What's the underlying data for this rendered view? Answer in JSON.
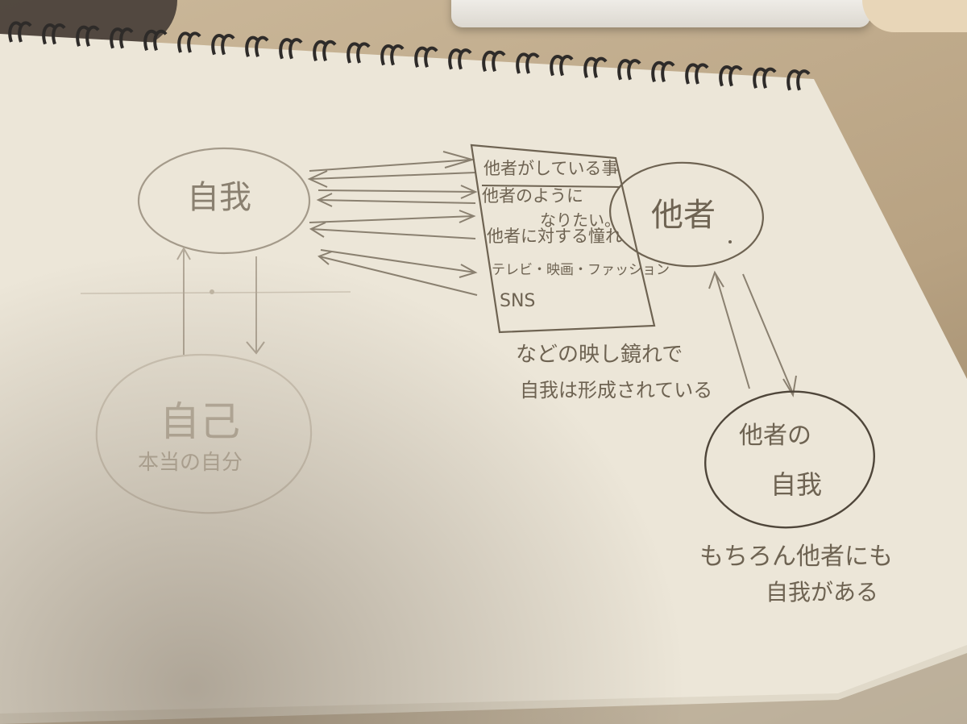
{
  "diagram": {
    "nodes": {
      "ego": "自我",
      "self": "自己",
      "self_sub": "本当の自分",
      "other": "他者",
      "other_ego_line1": "他者の",
      "other_ego_line2": "自我"
    },
    "mirror_box": {
      "items": [
        "他者がしている事",
        "他者のように",
        "なりたい。",
        "他者に対する憧れ",
        "テレビ・映画・ファッション",
        "SNS"
      ]
    },
    "captions": {
      "mirror_line1": "などの映し鏡れで",
      "mirror_line2": "自我は形成されている",
      "other_note_line1": "もちろん他者にも",
      "other_note_line2": "自我がある"
    }
  },
  "colors": {
    "paper": "#ece6d8",
    "ink": "#6e6352",
    "pencil": "#a49a8a",
    "faint": "#bfb5a4",
    "spiral": "#2e2b29"
  }
}
